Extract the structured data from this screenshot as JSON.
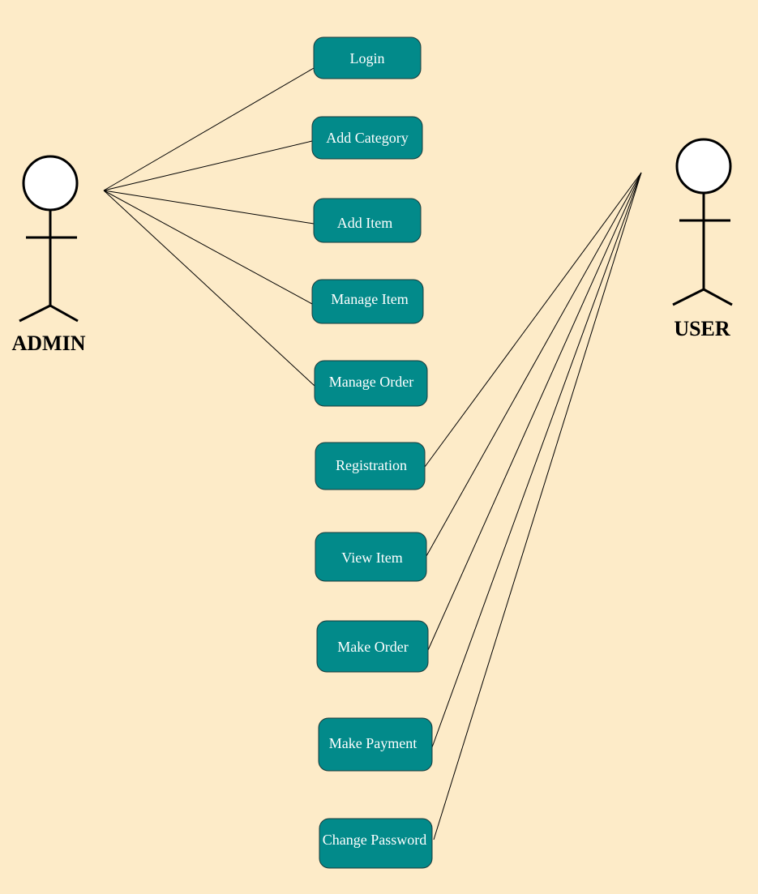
{
  "diagram": {
    "background": "#FDEBC8",
    "usecase_fill": "#028A8A",
    "usecase_text_color": "#FFFFFF",
    "actors": {
      "admin": {
        "label": "ADMIN"
      },
      "user": {
        "label": "USER"
      }
    },
    "use_cases": [
      {
        "id": "login",
        "label": "Login",
        "actor": "admin"
      },
      {
        "id": "add-category",
        "label": "Add Category",
        "actor": "admin"
      },
      {
        "id": "add-item",
        "label": "Add Item",
        "actor": "admin"
      },
      {
        "id": "manage-item",
        "label": "Manage Item",
        "actor": "admin"
      },
      {
        "id": "manage-order",
        "label": "Manage Order",
        "actor": "admin"
      },
      {
        "id": "registration",
        "label": "Registration",
        "actor": "user"
      },
      {
        "id": "view-item",
        "label": "View Item",
        "actor": "user"
      },
      {
        "id": "make-order",
        "label": "Make Order",
        "actor": "user"
      },
      {
        "id": "make-payment",
        "label": "Make Payment",
        "actor": "user"
      },
      {
        "id": "change-password",
        "label": "Change Password",
        "actor": "user"
      }
    ]
  }
}
